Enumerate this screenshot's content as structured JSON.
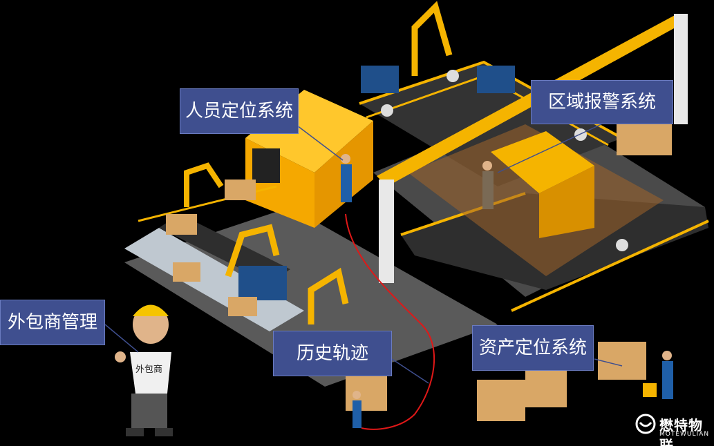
{
  "labels": {
    "personnel_positioning": "人员定位系统",
    "zone_alarm": "区域报警系统",
    "contractor_management": "外包商管理",
    "history_track": "历史轨迹",
    "asset_positioning": "资产定位系统"
  },
  "worker_shirt_text": "外包商",
  "brand": {
    "name": "懋特物联",
    "name_en": "MOTEWULIAN"
  },
  "colors": {
    "background": "#000000",
    "label_bg": "#3f4f8f",
    "conveyor": "#3a3a3a",
    "machine_yellow": "#f5b400",
    "track_line": "#e01818"
  }
}
